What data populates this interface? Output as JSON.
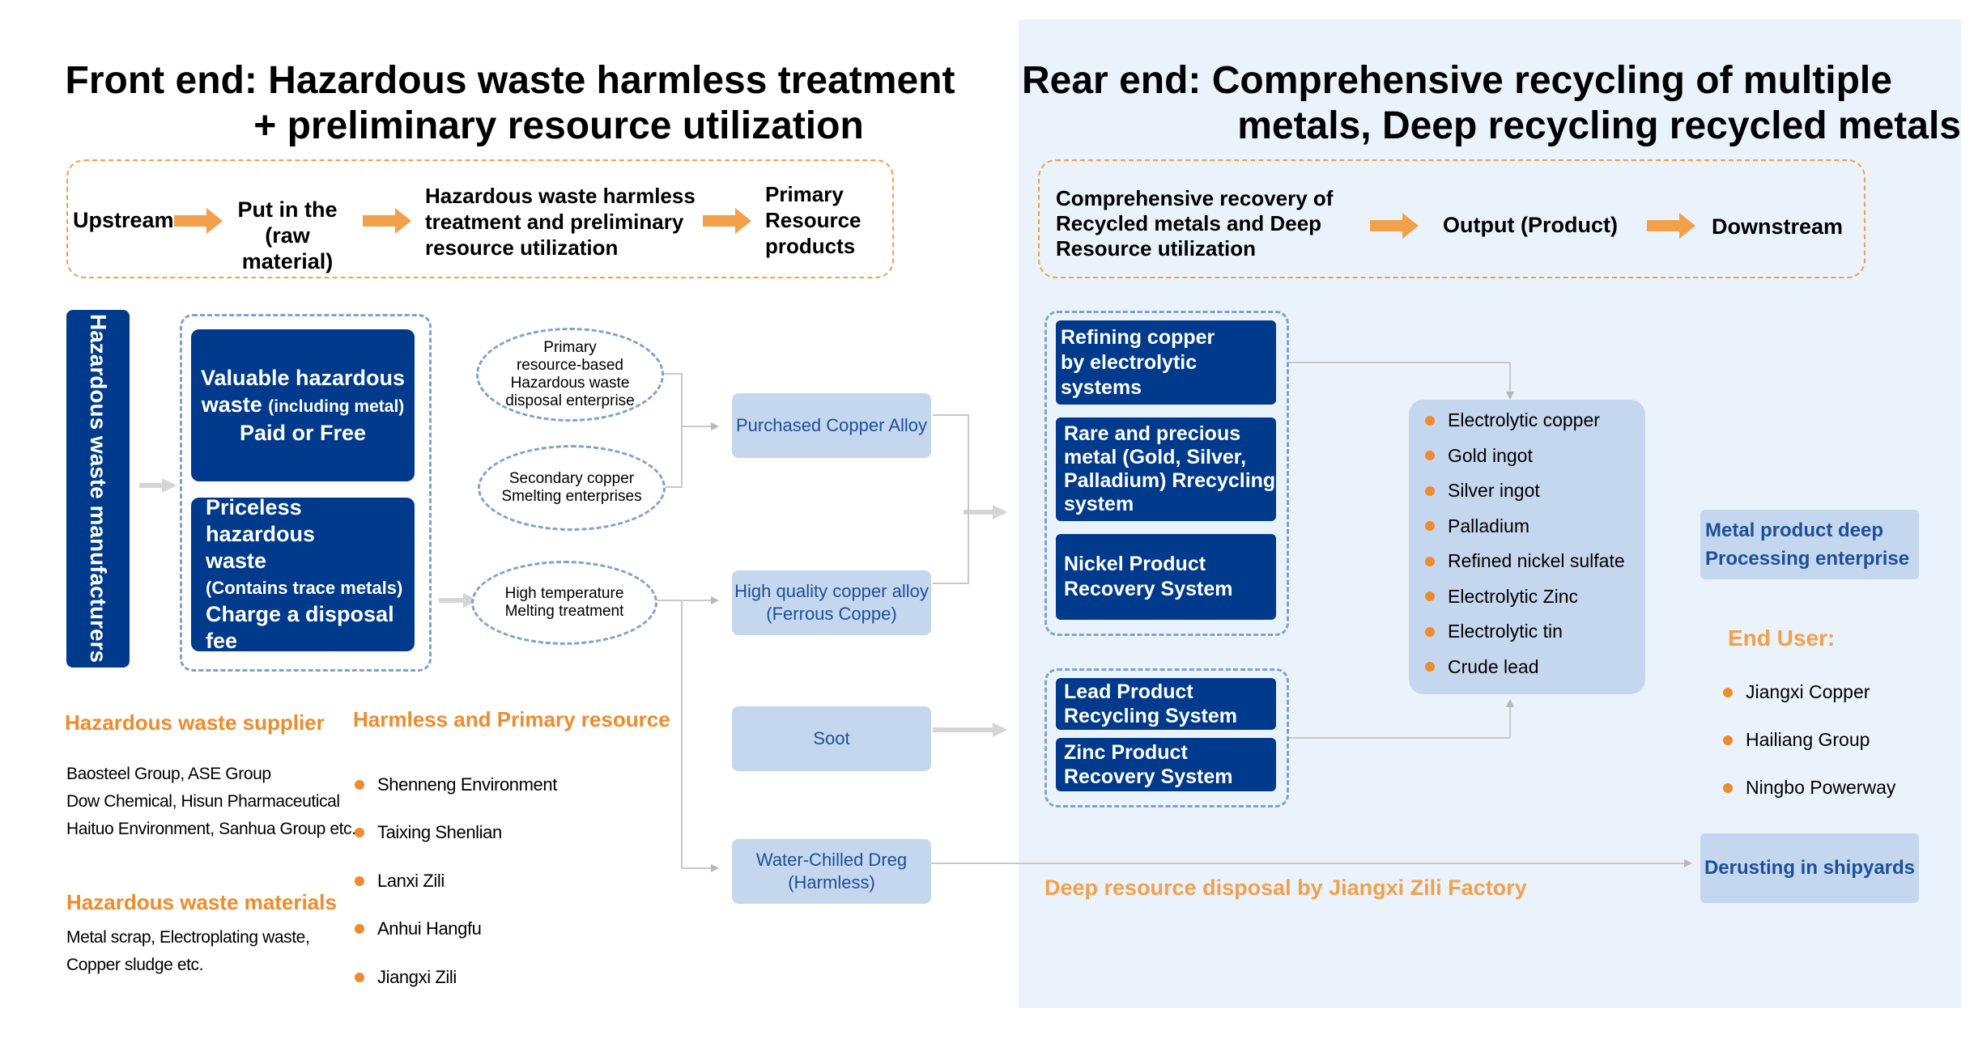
{
  "front": {
    "title_line1": "Front end: Hazardous waste harmless treatment",
    "title_line2": "+ preliminary resource utilization",
    "steps": {
      "upstream": "Upstream",
      "put_in_1": "Put in the",
      "put_in_2": "(raw material)",
      "harmless_1": "Hazardous waste harmless",
      "harmless_2": "treatment and preliminary",
      "harmless_3": "resource utilization",
      "primary_1": "Primary",
      "primary_2": "Resource",
      "primary_3": "products"
    },
    "manufacturers": "Hazardous waste manufacturers",
    "valuable": {
      "line1": "Valuable hazardous",
      "line2a": "waste",
      "line2b": "(including metal)",
      "line3": "Paid or Free"
    },
    "priceless": {
      "line1": "Priceless hazardous",
      "line2": "waste",
      "line3": "(Contains trace metals)",
      "line4": "Charge a disposal fee"
    },
    "ovals": {
      "primary_1": "Primary",
      "primary_2": "resource-based",
      "primary_3": "Hazardous waste",
      "primary_4": "disposal enterprise",
      "secondary_1": "Secondary copper",
      "secondary_2": "Smelting enterprises",
      "hightemp_1": "High temperature",
      "hightemp_2": "Melting treatment"
    },
    "products": {
      "purchased": "Purchased Copper Alloy",
      "hq_1": "High quality copper alloy",
      "hq_2": "(Ferrous Coppe)",
      "soot": "Soot",
      "dreg_1": "Water-Chilled Dreg",
      "dreg_2": "(Harmless)"
    },
    "supplier_heading": "Hazardous waste supplier",
    "suppliers": [
      "Baosteel Group, ASE Group",
      "Dow Chemical, Hisun Pharmaceutical",
      "Haituo Environment, Sanhua Group etc."
    ],
    "materials_heading": "Hazardous waste materials",
    "materials": [
      "Metal scrap, Electroplating waste,",
      "Copper sludge etc."
    ],
    "harmless_heading": "Harmless and Primary resource",
    "harmless_companies": [
      "Shenneng Environment",
      "Taixing Shenlian",
      "Lanxi Zili",
      "Anhui Hangfu",
      "Jiangxi Zili"
    ]
  },
  "rear": {
    "title_line1": "Rear end: Comprehensive recycling of multiple",
    "title_line2": "metals, Deep recycling recycled metals",
    "steps": {
      "comp_1": "Comprehensive recovery of",
      "comp_2": "Recycled metals and Deep",
      "comp_3": "Resource utilization",
      "output": "Output (Product)",
      "downstream": "Downstream"
    },
    "systems": [
      {
        "line1": "Refining copper",
        "line2": "by electrolytic systems"
      },
      {
        "line1": "Rare and precious",
        "line2": "metal (Gold, Silver,",
        "line3": "Palladium) Rrecycling",
        "line4": "system"
      },
      {
        "line1": "Nickel Product",
        "line2": "Recovery System"
      },
      {
        "line1": "Lead Product",
        "line2": "Recycling System"
      },
      {
        "line1": "Zinc Product",
        "line2": "Recovery System"
      }
    ],
    "outputs": [
      "Electrolytic copper",
      "Gold ingot",
      "Silver ingot",
      "Palladium",
      "Refined nickel sulfate",
      "Electrolytic Zinc",
      "Electrolytic tin",
      "Crude lead"
    ],
    "deep_processing_1": "Metal product deep",
    "deep_processing_2": "Processing enterprise",
    "end_user_heading": "End User:",
    "end_users": [
      "Jiangxi Copper",
      "Hailiang Group",
      "Ningbo Powerway"
    ],
    "deep_disposal": "Deep resource disposal by  Jiangxi Zili Factory",
    "derusting": "Derusting in shipyards"
  },
  "colors": {
    "navy": "#003a8c",
    "orange": "#ef8b2b",
    "light_blue": "#c5d7ee",
    "rear_bg": "#eaf3fc"
  }
}
